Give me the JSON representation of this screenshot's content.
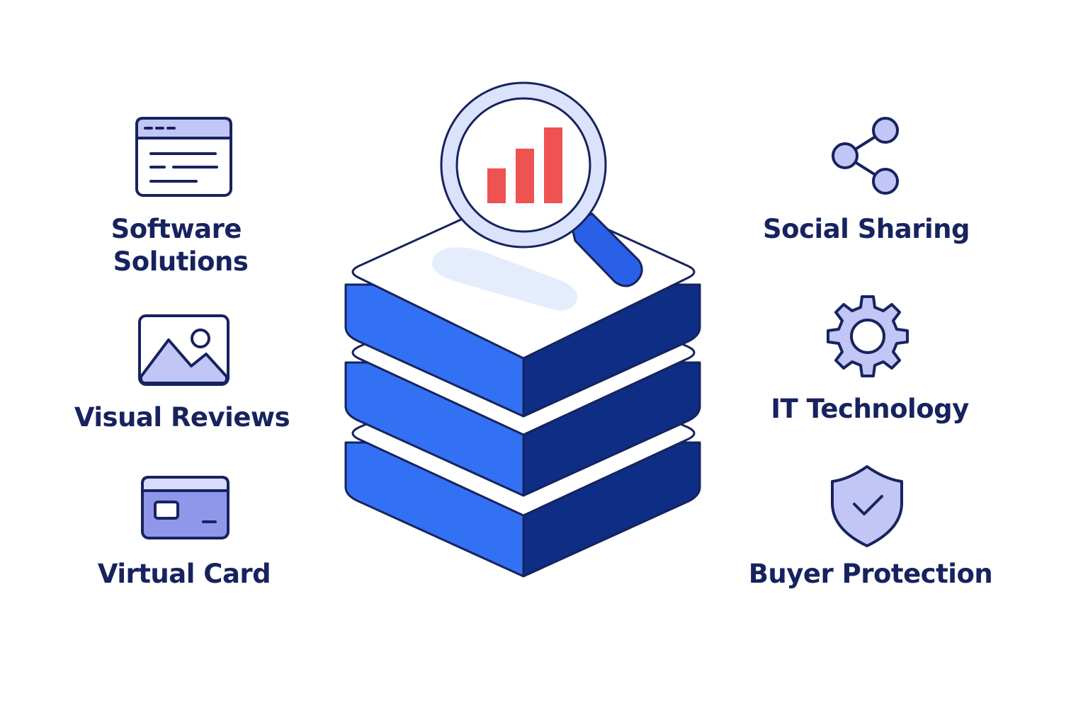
{
  "colors": {
    "navy": "#17235e",
    "lavender": "#c2c6f6",
    "lavender_light": "#d9dcfa",
    "card_fill": "#8f97eb",
    "blue": "#3371f4",
    "blue_dark": "#0e2d85",
    "bar_red": "#ef5252",
    "lens_ring": "#dbe2fb",
    "highlight": "#e5edfc"
  },
  "center": {
    "icon": "database-stack-icon",
    "overlay_icon": "magnifier-bar-chart-icon",
    "bars": [
      0.46,
      0.72,
      1.0
    ]
  },
  "features_left": [
    {
      "icon": "browser-window-icon",
      "lines": [
        "Software",
        "Solutions"
      ]
    },
    {
      "icon": "image-icon",
      "lines": [
        "Visual Reviews"
      ]
    },
    {
      "icon": "credit-card-icon",
      "lines": [
        "Virtual Card"
      ]
    }
  ],
  "features_right": [
    {
      "icon": "share-icon",
      "lines": [
        "Social Sharing"
      ]
    },
    {
      "icon": "gear-icon",
      "lines": [
        "IT Technology"
      ]
    },
    {
      "icon": "shield-check-icon",
      "lines": [
        "Buyer Protection"
      ]
    }
  ]
}
